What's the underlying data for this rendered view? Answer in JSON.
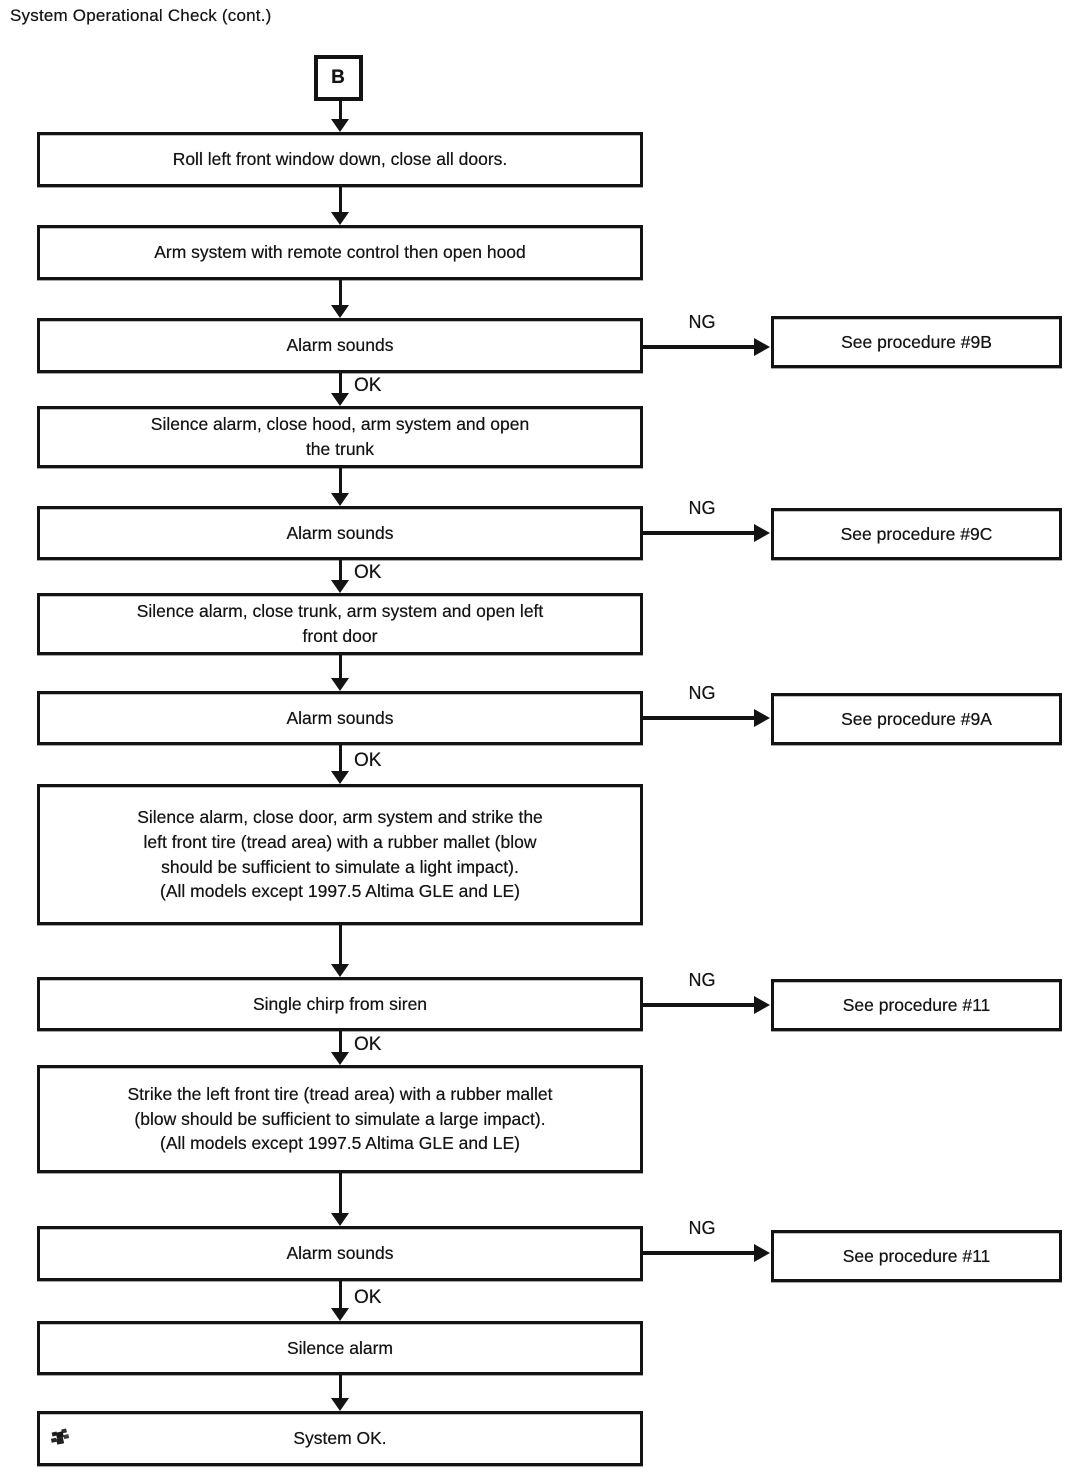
{
  "title": "System Operational Check (cont.)",
  "connector": {
    "label": "B"
  },
  "edge_labels": {
    "ok": "OK",
    "ng": "NG"
  },
  "steps": [
    {
      "text": "Roll left front window down, close all doors."
    },
    {
      "text": "Arm system with remote control then open hood"
    },
    {
      "text": "Alarm sounds"
    },
    {
      "text": "Silence alarm, close hood, arm system and open\nthe trunk"
    },
    {
      "text": "Alarm sounds"
    },
    {
      "text": "Silence alarm, close trunk, arm system and open left\nfront door"
    },
    {
      "text": "Alarm sounds"
    },
    {
      "text": "Silence alarm, close door, arm system and strike the\nleft front tire (tread area) with a rubber mallet (blow\nshould be sufficient to simulate a light impact).\n(All models except 1997.5 Altima GLE and LE)"
    },
    {
      "text": "Single chirp from siren"
    },
    {
      "text": "Strike the left front tire (tread area) with a rubber mallet\n(blow should be sufficient to simulate a large impact).\n(All models except 1997.5 Altima GLE and LE)"
    },
    {
      "text": "Alarm sounds"
    },
    {
      "text": "Silence alarm"
    },
    {
      "text": "System OK."
    }
  ],
  "ng_targets": [
    {
      "text": "See procedure #9B"
    },
    {
      "text": "See procedure #9C"
    },
    {
      "text": "See procedure #9A"
    },
    {
      "text": "See procedure #11"
    },
    {
      "text": "See procedure #11"
    }
  ],
  "colors": {
    "ink": "#131313",
    "paper": "#ffffff"
  }
}
